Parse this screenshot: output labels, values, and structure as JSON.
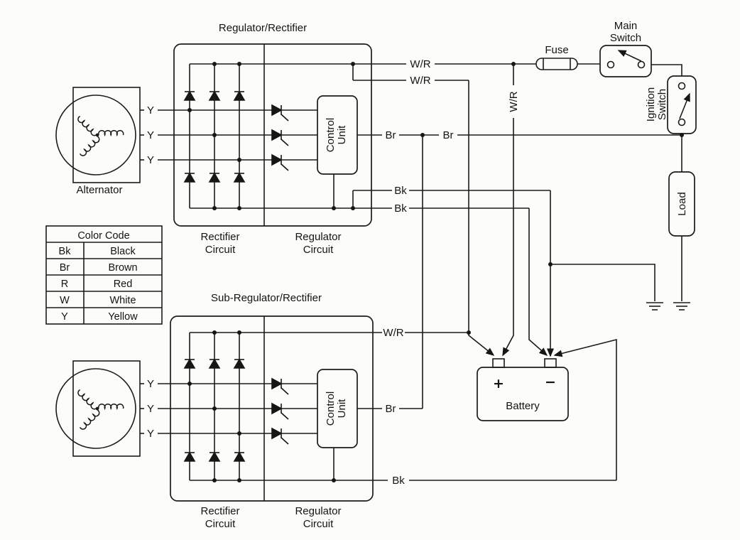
{
  "diagram": {
    "regulator": {
      "title": "Regulator/Rectifier",
      "control_unit_line1": "Control",
      "control_unit_line2": "Unit",
      "rectifier_label1": "Rectifier",
      "rectifier_label2": "Circuit",
      "regulator_label1": "Regulator",
      "regulator_label2": "Circuit"
    },
    "sub_regulator": {
      "title": "Sub-Regulator/Rectifier",
      "control_unit_line1": "Control",
      "control_unit_line2": "Unit",
      "rectifier_label1": "Rectifier",
      "rectifier_label2": "Circuit",
      "regulator_label1": "Regulator",
      "regulator_label2": "Circuit"
    },
    "alternator": {
      "label": "Alternator"
    },
    "color_code": {
      "title": "Color Code",
      "rows": [
        {
          "code": "Bk",
          "name": "Black"
        },
        {
          "code": "Br",
          "name": "Brown"
        },
        {
          "code": "R",
          "name": "Red"
        },
        {
          "code": "W",
          "name": "White"
        },
        {
          "code": "Y",
          "name": "Yellow"
        }
      ]
    },
    "components": {
      "fuse": "Fuse",
      "main_switch_line1": "Main",
      "main_switch_line2": "Switch",
      "ignition_line1": "Ignition",
      "ignition_line2": "Switch",
      "load": "Load",
      "battery": "Battery",
      "plus": "+",
      "minus": "−"
    },
    "wires": {
      "wr": "W/R",
      "br": "Br",
      "bk": "Bk",
      "y": "Y"
    }
  }
}
